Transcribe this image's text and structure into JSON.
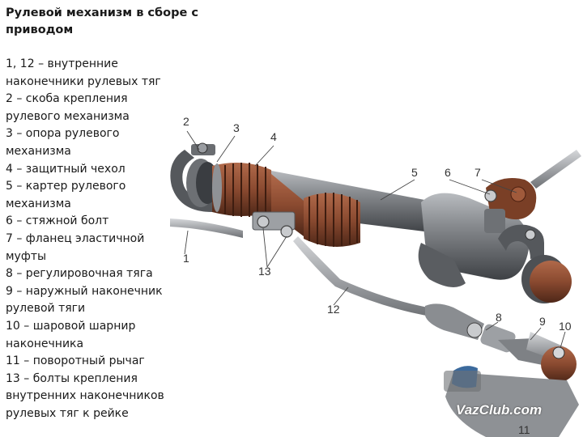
{
  "title": "Рулевой механизм в сборе с приводом",
  "legend": [
    "1, 12 – внутренние наконечники рулевых тяг",
    "2 – скоба крепления рулевого механизма",
    "3 – опора рулевого механизма",
    "4 – защитный чехол",
    "5 – картер рулевого механизма",
    "6 – стяжной болт",
    "7 – фланец эластичной муфты",
    "8 – регулировочная тяга",
    "9 – наружный наконечник рулевой тяги",
    "10 – шаровой шарнир наконечника",
    "11 – поворотный рычаг",
    "13 – болты крепления внутренних наконечников рулевых тяг к рейке"
  ],
  "callouts": {
    "n1": "1",
    "n2": "2",
    "n3": "3",
    "n4": "4",
    "n5": "5",
    "n6": "6",
    "n7": "7",
    "n8": "8",
    "n9": "9",
    "n10": "10",
    "n11": "11",
    "n12": "12",
    "n13": "13"
  },
  "watermark": "VazClub.com",
  "colors": {
    "housing": "#7d8084",
    "boot": "#8a4a30",
    "metal_dark": "#4b4e52",
    "rod": "#9a9da2"
  }
}
